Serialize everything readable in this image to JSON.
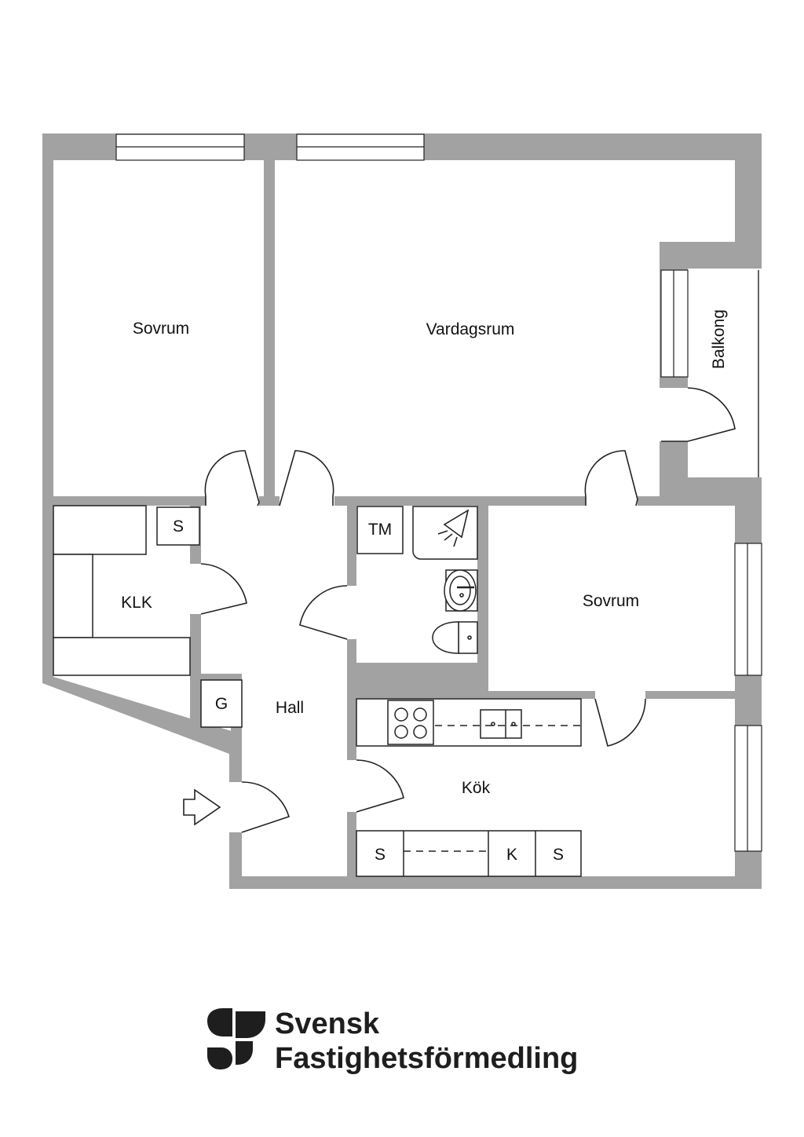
{
  "rooms": {
    "sovrum_1": "Sovrum",
    "vardagsrum": "Vardagsrum",
    "balkong": "Balkong",
    "klk": "KLK",
    "sovrum_2": "Sovrum",
    "hall": "Hall",
    "kok": "Kök"
  },
  "fixtures": {
    "klk_s": "S",
    "tm": "TM",
    "g": "G",
    "kitchen_s_left": "S",
    "kitchen_k": "K",
    "kitchen_s_right": "S"
  },
  "brand": {
    "line1": "Svensk",
    "line2": "Fastighetsförmedling"
  },
  "colors": {
    "wall": "#a2a2a2",
    "line": "#222222",
    "logo": "#1e1e1e"
  }
}
